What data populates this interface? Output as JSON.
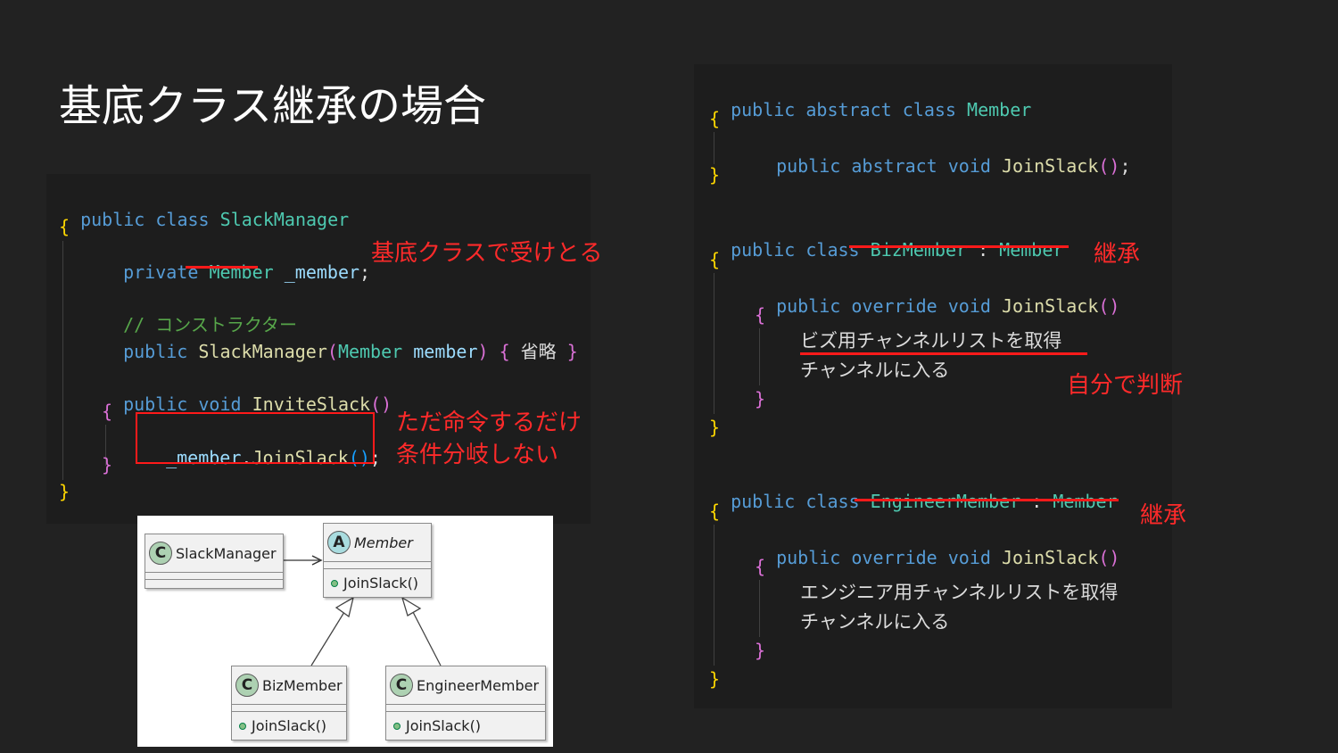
{
  "title": "基底クラス継承の場合",
  "left_code": {
    "class_decl": {
      "kw1": "public",
      "kw2": "class",
      "name": "SlackManager"
    },
    "open_brace": "{",
    "field": {
      "kw": "private",
      "type": "Member",
      "name": "_member",
      "semi": ";"
    },
    "comment": "// コンストラクター",
    "ctor": {
      "kw": "public",
      "name": "SlackManager",
      "lp": "(",
      "ptype": "Member",
      "pname": "member",
      "rp": ")",
      "lb": "{",
      "body": "省略",
      "rb": "}"
    },
    "method": {
      "kw1": "public",
      "kw2": "void",
      "name": "InviteSlack",
      "parens": "()"
    },
    "method_open": "{",
    "call": {
      "obj": "_member",
      "dot": ".",
      "name": "JoinSlack",
      "parens": "()",
      "semi": ";"
    },
    "method_close": "}",
    "close_brace": "}"
  },
  "right_code": {
    "member_decl": {
      "kw1": "public",
      "kw2": "abstract",
      "kw3": "class",
      "name": "Member"
    },
    "member_open": "{",
    "member_method": {
      "kw1": "public",
      "kw2": "abstract",
      "kw3": "void",
      "name": "JoinSlack",
      "parens": "()",
      "semi": ";"
    },
    "member_close": "}",
    "biz_decl": {
      "kw1": "public",
      "kw2": "class",
      "name": "BizMember",
      "colon": ":",
      "base": "Member"
    },
    "biz_open": "{",
    "biz_method": {
      "kw1": "public",
      "kw2": "override",
      "kw3": "void",
      "name": "JoinSlack",
      "parens": "()"
    },
    "biz_method_open": "{",
    "biz_line1": "ビズ用チャンネルリストを取得",
    "biz_line2": "チャンネルに入る",
    "biz_method_close": "}",
    "biz_close": "}",
    "eng_decl": {
      "kw1": "public",
      "kw2": "class",
      "name": "EngineerMember",
      "colon": ":",
      "base": "Member"
    },
    "eng_open": "{",
    "eng_method": {
      "kw1": "public",
      "kw2": "override",
      "kw3": "void",
      "name": "JoinSlack",
      "parens": "()"
    },
    "eng_method_open": "{",
    "eng_line1": "エンジニア用チャンネルリストを取得",
    "eng_line2": "チャンネルに入る",
    "eng_method_close": "}",
    "eng_close": "}"
  },
  "annotations": {
    "base_class": "基底クラスで受けとる",
    "just_call_1": "ただ命令するだけ",
    "just_call_2": "条件分岐しない",
    "inherit_biz": "継承",
    "self_judge": "自分で判断",
    "inherit_eng": "継承"
  },
  "uml": {
    "slack_manager": {
      "stereotype": "C",
      "name": "SlackManager"
    },
    "member": {
      "stereotype": "A",
      "name": "Member",
      "method": "JoinSlack()"
    },
    "biz_member": {
      "stereotype": "C",
      "name": "BizMember",
      "method": "JoinSlack()"
    },
    "engineer_member": {
      "stereotype": "C",
      "name": "EngineerMember",
      "method": "JoinSlack()"
    }
  },
  "colors": {
    "background": "#222222",
    "panel": "#1d1d1d",
    "keyword": "#569cd6",
    "type": "#4ec9b0",
    "method": "#dcdcaa",
    "annotation_red": "#ff1a1a"
  }
}
